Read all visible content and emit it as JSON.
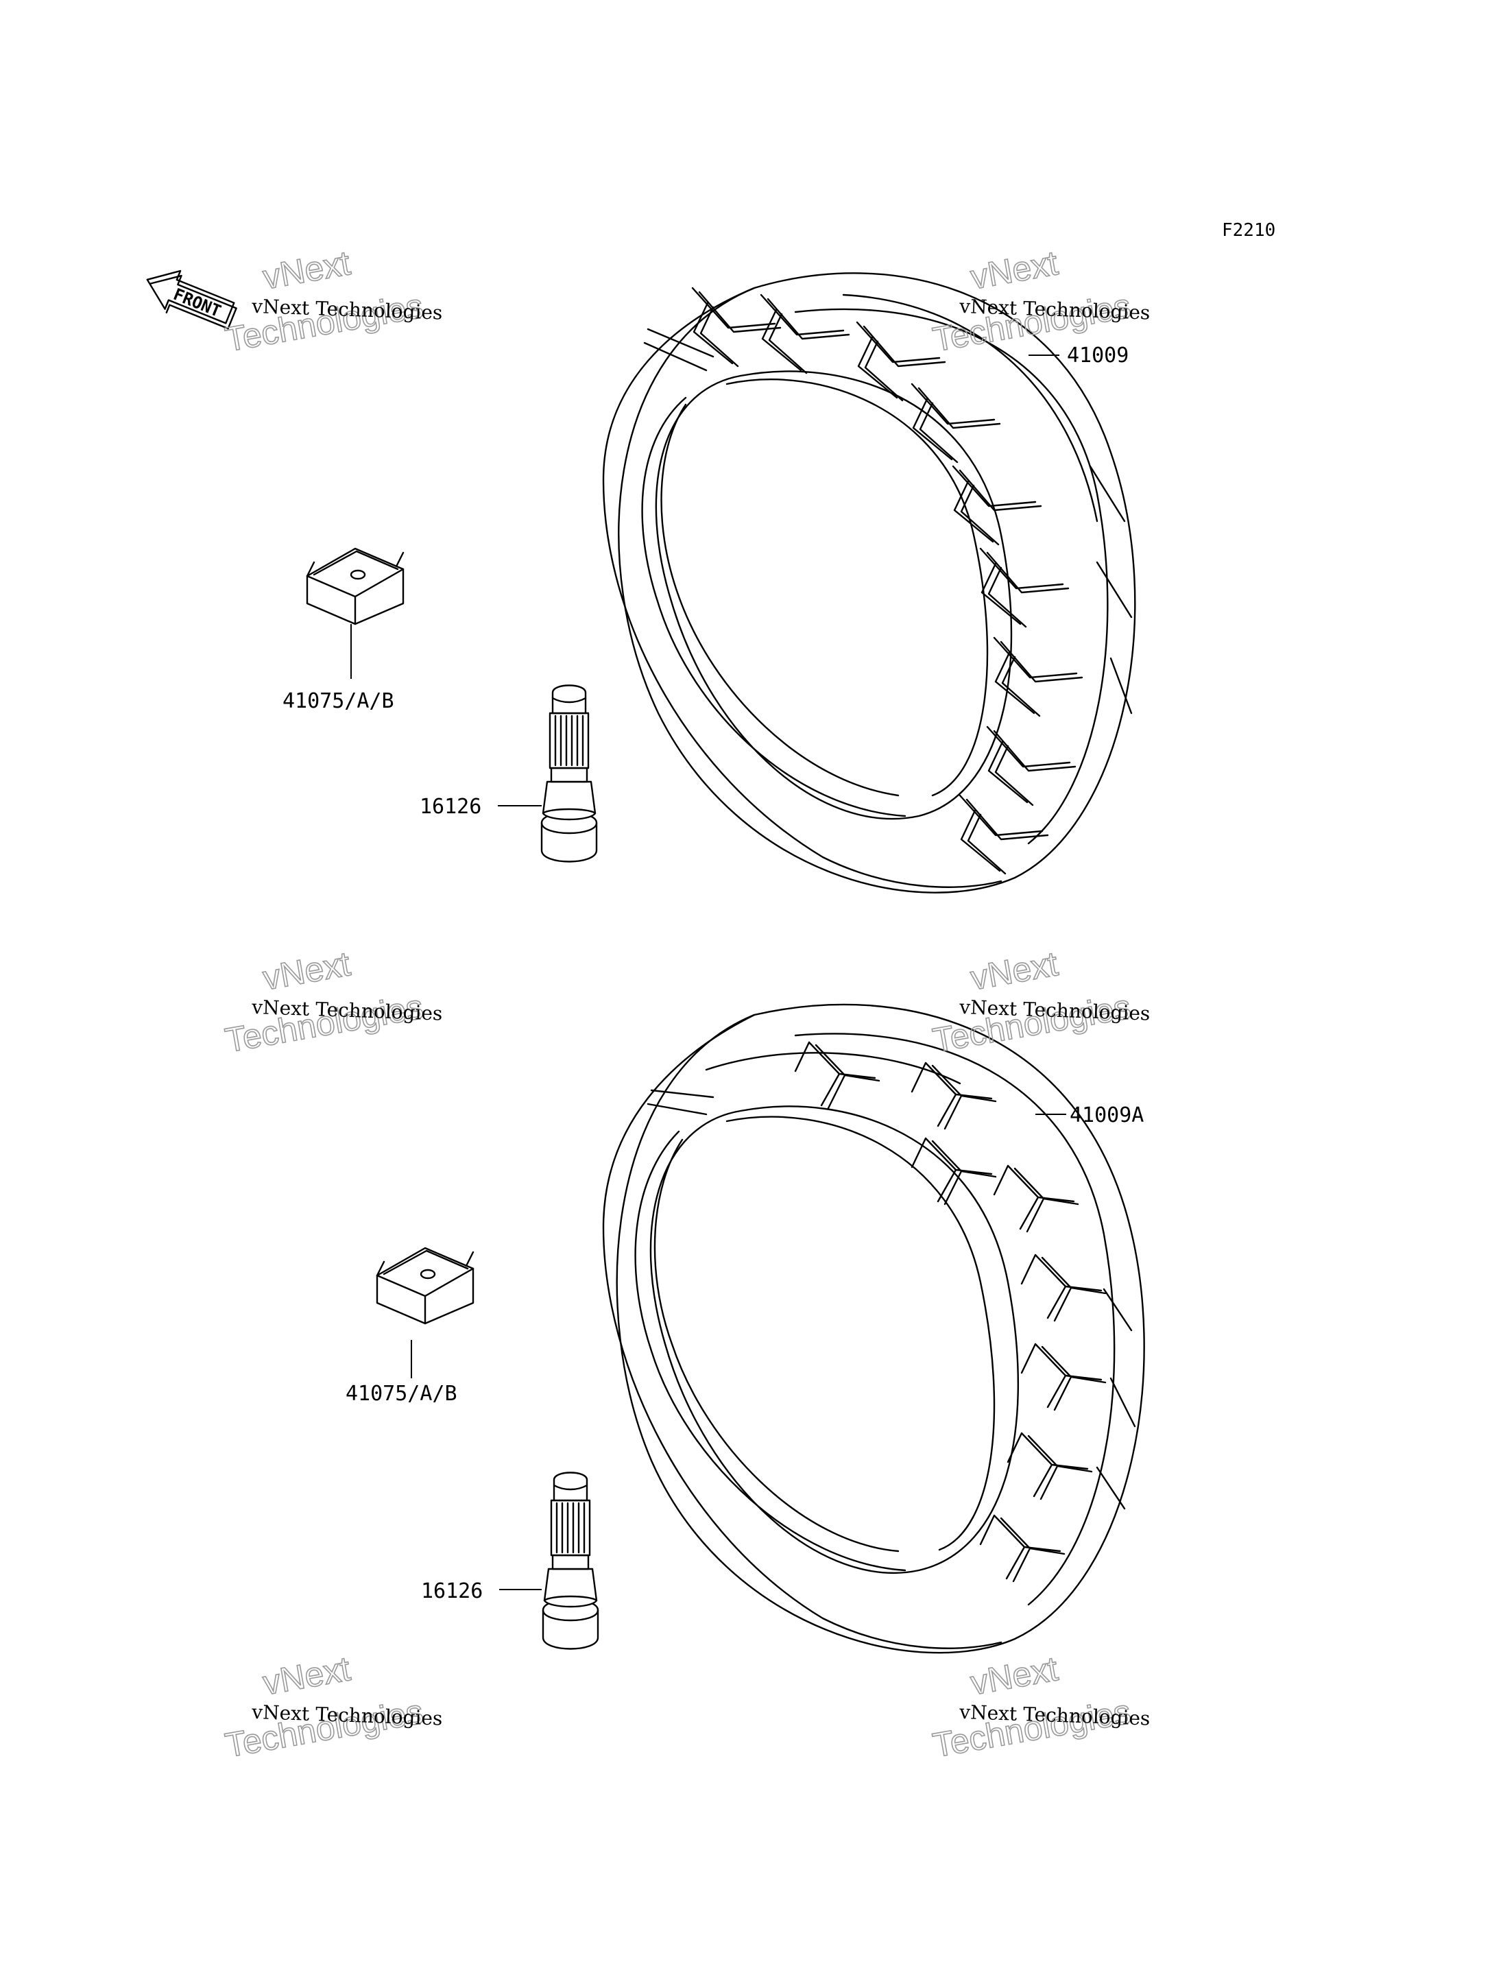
{
  "figure_code": "F2210",
  "front_arrow": {
    "label": "FRONT"
  },
  "watermark": {
    "line_small": "vNext Technologies",
    "line_big_1": "vNext",
    "line_big_2": "Technologies"
  },
  "parts": {
    "rear_tire": "41009",
    "front_tire": "41009A",
    "balance_weight_upper": "41075/A/B",
    "balance_weight_lower": "41075/A/B",
    "valve_upper": "16126",
    "valve_lower": "16126"
  }
}
